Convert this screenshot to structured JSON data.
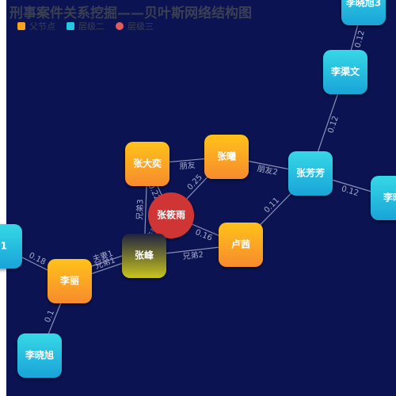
{
  "title": "刑事案件关系挖掘——贝叶斯网络结构图",
  "legend": [
    {
      "label": "父节点",
      "color": "#f9a21b",
      "shape": "square"
    },
    {
      "label": "层级二",
      "color": "#22c7e0",
      "shape": "square"
    },
    {
      "label": "层级三",
      "color": "#e05b5b",
      "shape": "circle"
    }
  ],
  "nodes": [
    {
      "id": "zhangdaduo",
      "label": "张大奕",
      "type": "orange"
    },
    {
      "id": "zhangxi",
      "label": "张曦",
      "type": "orange"
    },
    {
      "id": "zhangfangfang",
      "label": "张芳芳",
      "type": "cyan"
    },
    {
      "id": "liquwen",
      "label": "李渠文",
      "type": "cyan"
    },
    {
      "id": "lixiaoxu3",
      "label": "李晓旭3",
      "type": "cyan"
    },
    {
      "id": "lixiao_right",
      "label": "李晓",
      "type": "cyan"
    },
    {
      "id": "zhangxiaoyu",
      "label": "张筱雨",
      "type": "red"
    },
    {
      "id": "luqian",
      "label": "卢茜",
      "type": "orange"
    },
    {
      "id": "zhangfeng",
      "label": "张峰",
      "type": "dark"
    },
    {
      "id": "lili",
      "label": "李丽",
      "type": "orange"
    },
    {
      "id": "lixiaoxu",
      "label": "李晓旭",
      "type": "cyan"
    },
    {
      "id": "left_partial",
      "label": "1",
      "type": "cyan"
    }
  ],
  "edges": [
    {
      "source": "zhangdaduo",
      "target": "zhangxi",
      "label": "朋友"
    },
    {
      "source": "zhangxi",
      "target": "zhangfangfang",
      "label": "朋友2"
    },
    {
      "source": "zhangfangfang",
      "target": "liquwen",
      "label": "0.12"
    },
    {
      "source": "liquwen",
      "target": "lixiaoxu3",
      "label": "0.12"
    },
    {
      "source": "zhangfangfang",
      "target": "lixiao_right",
      "label": "0.12"
    },
    {
      "source": "zhangfangfang",
      "target": "luqian",
      "label": "0.11"
    },
    {
      "source": "zhangxi",
      "target": "zhangxiaoyu",
      "label": "0.25"
    },
    {
      "source": "zhangdaduo",
      "target": "zhangxiaoyu",
      "label": "0.22"
    },
    {
      "source": "zhangdaduo",
      "target": "zhangfeng",
      "label": "兄弟3"
    },
    {
      "source": "zhangxiaoyu",
      "target": "luqian",
      "label": "0.16"
    },
    {
      "source": "zhangxiaoyu",
      "target": "zhangfeng",
      "label": "夫妻"
    },
    {
      "source": "zhangfeng",
      "target": "luqian",
      "label": "兄弟2"
    },
    {
      "source": "zhangfeng",
      "target": "lili",
      "label": "兄弟1"
    },
    {
      "source": "zhangfeng",
      "target": "lili",
      "label": "夫妻1"
    },
    {
      "source": "lili",
      "target": "left_partial",
      "label": "0.18"
    },
    {
      "source": "lili",
      "target": "lixiaoxu",
      "label": "0.1"
    }
  ],
  "colors": {
    "orange_top": "#ffc21a",
    "orange_bottom": "#f78a2e",
    "cyan_top": "#35d8e6",
    "cyan_bottom": "#1aa3d8",
    "dark_top": "#1f2240",
    "dark_bottom": "#c9c51e",
    "red": "#d03535"
  }
}
